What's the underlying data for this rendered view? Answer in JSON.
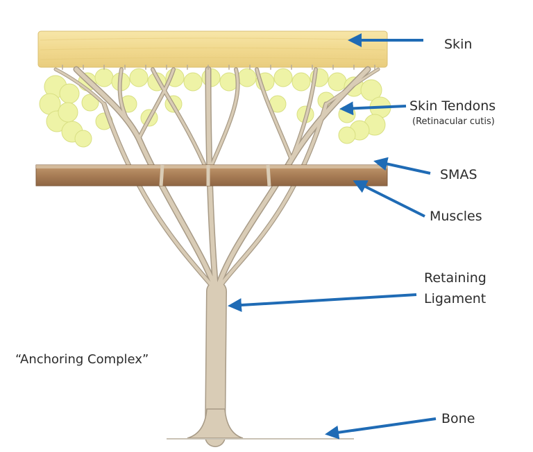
{
  "labels": {
    "skin": "Skin",
    "skin_tendons": "Skin Tendons",
    "retinacular_cutis": "(Retinacular cutis)",
    "smas": "SMAS",
    "muscles": "Muscles",
    "retaining": "Retaining",
    "ligament": "Ligament",
    "bone": "Bone"
  },
  "caption": "“Anchoring Complex”",
  "colors": {
    "skin": "#f3dc95",
    "fat": "#eef3a6",
    "smas": "#a87d56",
    "tree": "#d9ccb6",
    "tree_stroke": "#a79a86",
    "arrow": "#1f6bb5"
  }
}
